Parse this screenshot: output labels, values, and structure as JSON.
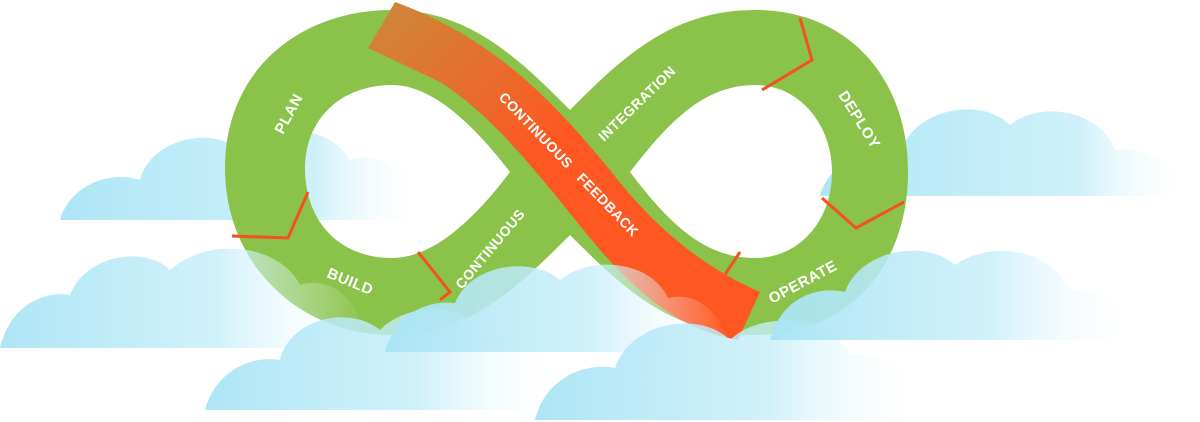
{
  "labels": {
    "plan": "PLAN",
    "build": "BUILD",
    "continuous": "CONTINUOUS",
    "integration": "INTEGRATION",
    "deploy": "DEPLOY",
    "operate": "OPERATE",
    "continuous_feedback": "CONTINUOUS   FEEDBACK"
  },
  "colors": {
    "loop_green": "#8bc34a",
    "divider_orange": "#f4511e",
    "feedback_start": "#c98a3a",
    "feedback_end": "#ff5722",
    "cloud": "#a9e4f5"
  }
}
